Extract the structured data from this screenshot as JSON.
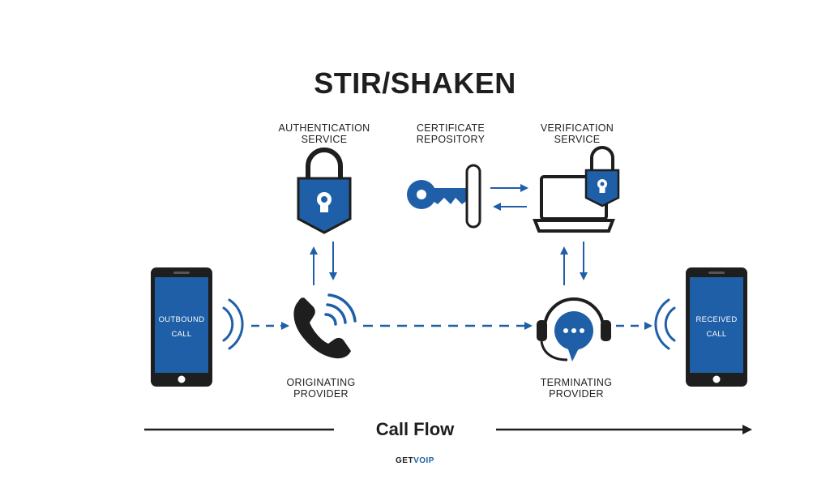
{
  "title": "STIR/SHAKEN",
  "labels": {
    "auth_line1": "AUTHENTICATION",
    "auth_line2": "SERVICE",
    "cert_line1": "CERTIFICATE",
    "cert_line2": "REPOSITORY",
    "verif_line1": "VERIFICATION",
    "verif_line2": "SERVICE",
    "orig_line1": "ORIGINATING",
    "orig_line2": "PROVIDER",
    "term_line1": "TERMINATING",
    "term_line2": "PROVIDER"
  },
  "phones": {
    "outbound_line1": "OUTBOUND",
    "outbound_line2": "CALL",
    "received_line1": "RECEIVED",
    "received_line2": "CALL"
  },
  "flow_label": "Call Flow",
  "logo": {
    "part1": "GET",
    "part2": "VOIP"
  },
  "colors": {
    "accent": "#1f5fa8",
    "ink": "#1e1e1e"
  },
  "icons": [
    "padlock-icon",
    "key-icon",
    "laptop-icon",
    "phone-handset-icon",
    "headset-icon",
    "smartphone-icon"
  ]
}
